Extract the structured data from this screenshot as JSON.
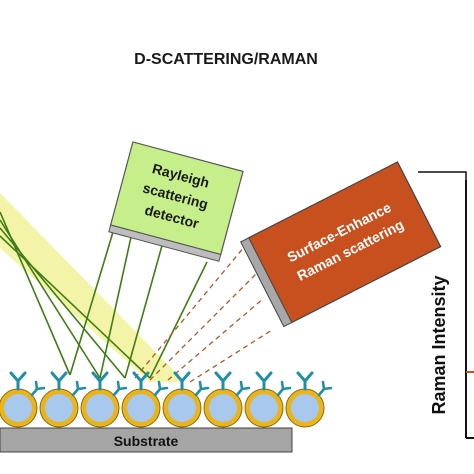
{
  "title": "D-SCATTERING/RAMAN",
  "rayleigh_detector": {
    "lines": [
      "Rayleigh",
      "scattering",
      "detector"
    ],
    "color": "#c6ef8c"
  },
  "sers_detector": {
    "lines": [
      "Surface-Enhance",
      "Raman scattering"
    ],
    "color": "#c8501f"
  },
  "substrate_label": "Substrate",
  "raman_axis_label": "Raman Intensity",
  "colors": {
    "beam": "#f2f29a",
    "ray_line": "#3f7d12",
    "raman_dash": "#b5532a",
    "particle_fill": "#a8c8ee",
    "particle_ring": "#e9b41c",
    "substrate": "#a5a5a5",
    "antibody": "#1f8fa8"
  },
  "particle_count": 8
}
